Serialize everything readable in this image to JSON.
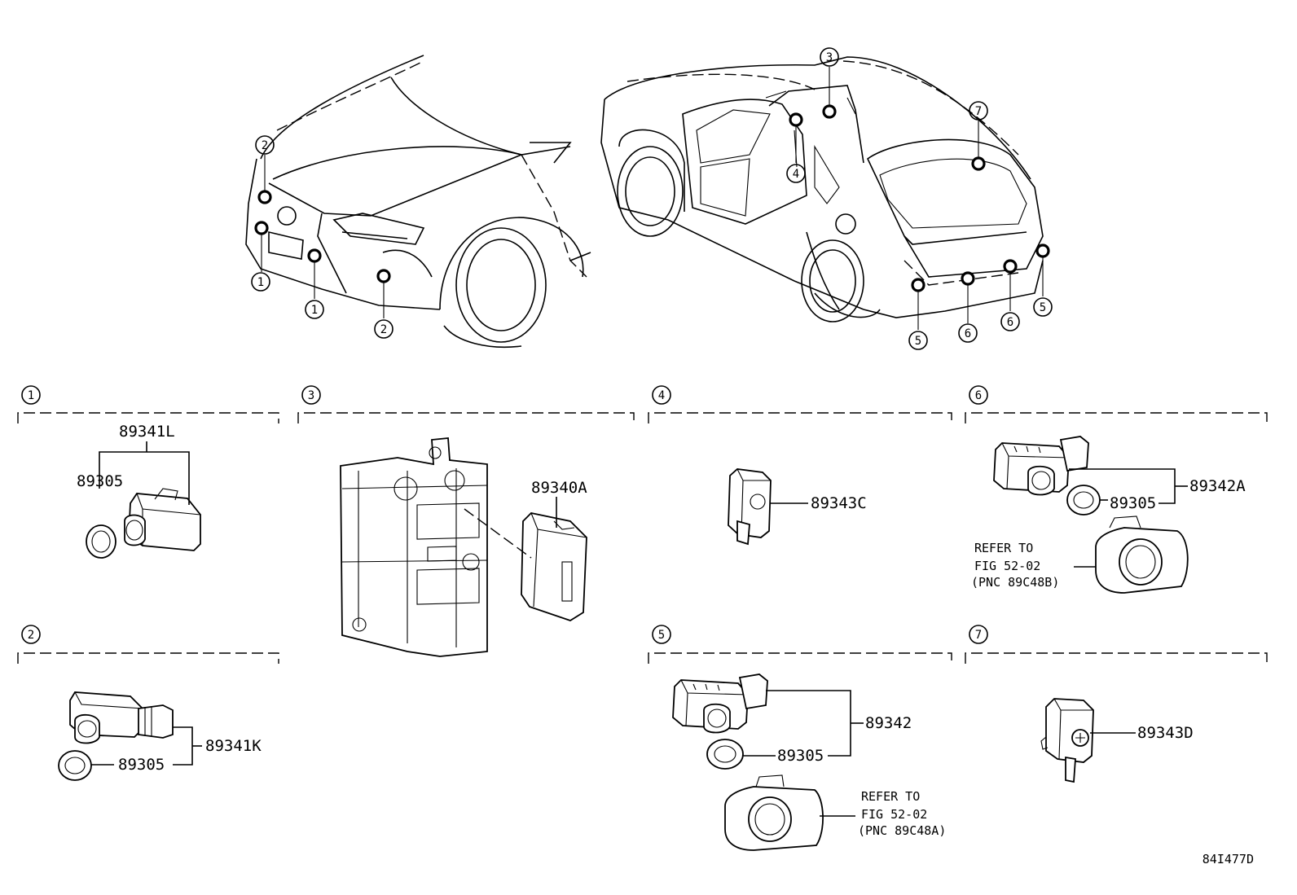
{
  "callouts": [
    "1",
    "2",
    "3",
    "4",
    "5",
    "6",
    "7"
  ],
  "sections": [
    {
      "num": "1"
    },
    {
      "num": "2"
    },
    {
      "num": "3"
    },
    {
      "num": "4"
    },
    {
      "num": "5"
    },
    {
      "num": "6"
    },
    {
      "num": "7"
    }
  ],
  "parts": {
    "p89341L": "89341L",
    "p89305_a": "89305",
    "p89341K": "89341K",
    "p89305_b": "89305",
    "p89340A": "89340A",
    "p89343C": "89343C",
    "p89342A": "89342A",
    "p89305_c": "89305",
    "p89342": "89342",
    "p89305_d": "89305",
    "p89343D": "89343D"
  },
  "refs": {
    "ref6": {
      "line1": "REFER TO",
      "line2": "FIG 52-02",
      "line3": "(PNC 89C48B)"
    },
    "ref5": {
      "line1": "REFER TO",
      "line2": "FIG 52-02",
      "line3": "(PNC 89C48A)"
    }
  },
  "figure_id": "84I477D"
}
